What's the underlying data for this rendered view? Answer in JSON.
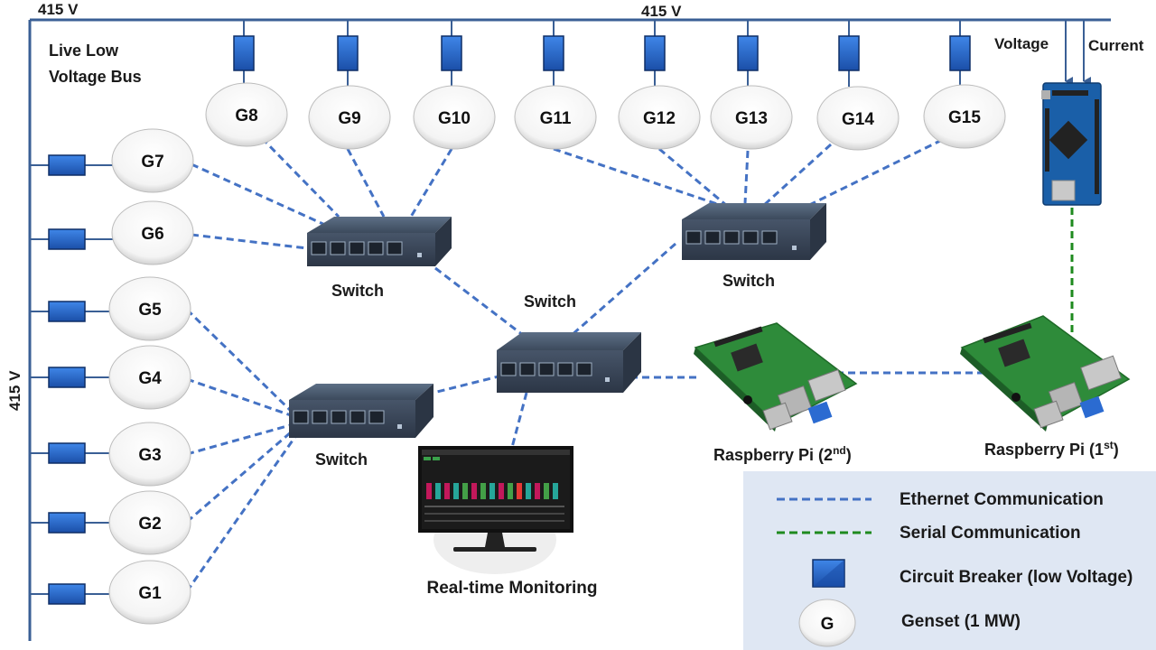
{
  "bus": {
    "voltage_top_left": "415 V",
    "voltage_top_center": "415 V",
    "voltage_left_vertical": "415 V",
    "title_line1": "Live Low",
    "title_line2": "Voltage Bus"
  },
  "gensets": {
    "g1": "G1",
    "g2": "G2",
    "g3": "G3",
    "g4": "G4",
    "g5": "G5",
    "g6": "G6",
    "g7": "G7",
    "g8": "G8",
    "g9": "G9",
    "g10": "G10",
    "g11": "G11",
    "g12": "G12",
    "g13": "G13",
    "g14": "G14",
    "g15": "G15"
  },
  "switches": {
    "top_left": "Switch",
    "top_right": "Switch",
    "center": "Switch",
    "bottom_left": "Switch"
  },
  "sensors": {
    "voltage": "Voltage",
    "current": "Current"
  },
  "raspberry": {
    "second_prefix": "Raspberry Pi (2",
    "second_sup": "nd",
    "second_suffix": ")",
    "first_prefix": "Raspberry Pi (1",
    "first_sup": "st",
    "first_suffix": ")"
  },
  "monitor": {
    "label": "Real-time Monitoring"
  },
  "legend": {
    "ethernet": "Ethernet Communication",
    "serial": "Serial Communication",
    "breaker": "Circuit Breaker (low Voltage)",
    "genset_symbol": "G",
    "genset": "Genset (1 MW)"
  },
  "colors": {
    "bus_line": "#3a5f95",
    "ethernet": "#4472c4",
    "serial": "#1e8a1e",
    "breaker": "#2f6fd0",
    "legend_bg": "#dfe7f3",
    "pcb_green": "#2e8b3a",
    "switch_body": "#3f4f62"
  }
}
